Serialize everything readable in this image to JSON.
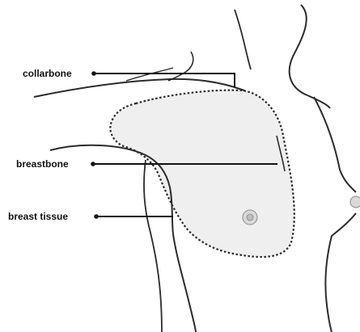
{
  "diagram": {
    "labels": {
      "collarbone": "collarbone",
      "breastbone": "breastbone",
      "breast_tissue": "breast tissue"
    },
    "colors": {
      "outline": "#2b2b2b",
      "leader": "#111111",
      "tissue_fill": "#efefef",
      "nipple_fill": "#d9d9d9",
      "background": "#ffffff"
    }
  }
}
